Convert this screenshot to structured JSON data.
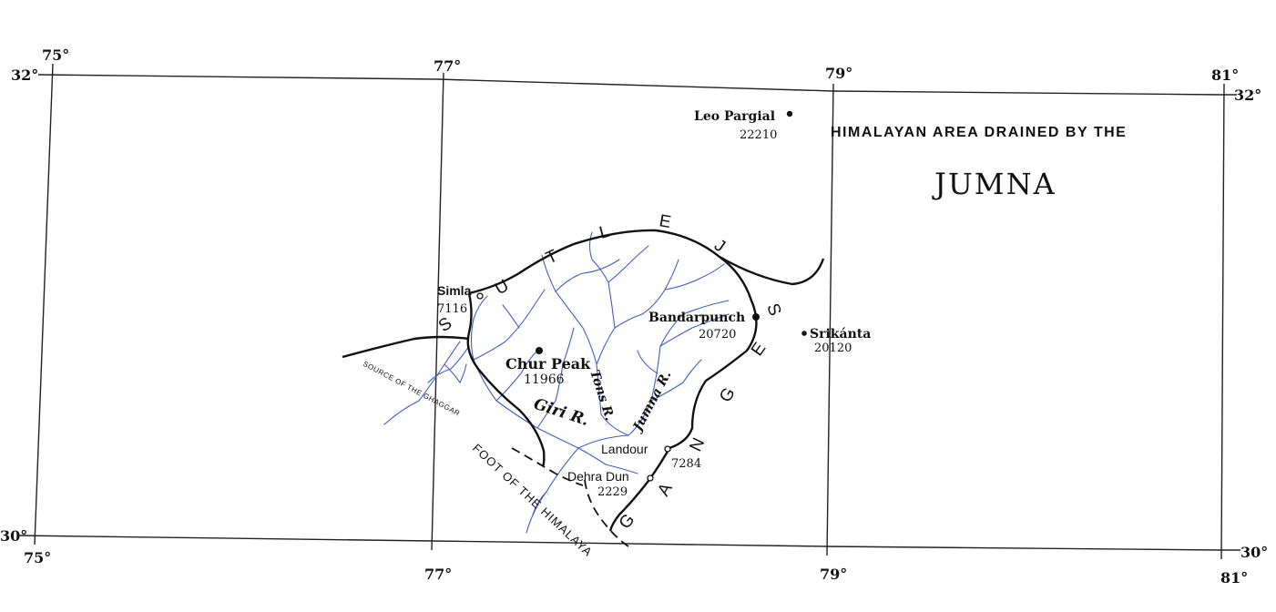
{
  "map": {
    "header": "HIMALAYAN AREA DRAINED BY THE",
    "title": "JUMNA",
    "graticule": {
      "top_longitudes": [
        "75°",
        "77°",
        "79°",
        "81°"
      ],
      "bottom_longitudes": [
        "75°",
        "77°",
        "79°",
        "81°"
      ],
      "left_latitudes": [
        "32°",
        "30°"
      ],
      "right_latitudes": [
        "32°",
        "30°"
      ]
    },
    "places": {
      "leo_pargial": {
        "name": "Leo Pargial",
        "elevation": "22210"
      },
      "simla": {
        "name": "Simla",
        "elevation": "7116"
      },
      "chur_peak": {
        "name": "Chur Peak",
        "elevation": "11966"
      },
      "bandarpunch": {
        "name": "Bandarpunch",
        "elevation": "20720"
      },
      "srikanta": {
        "name": "Srikánta",
        "elevation": "20120"
      },
      "landour": {
        "name": "Landour",
        "elevation": "7284"
      },
      "dehra_dun": {
        "name": "Dehra Dun",
        "elevation": "2229"
      }
    },
    "rivers": {
      "giri": "Giri R.",
      "tons": "Tons R.",
      "jumna": "Jumna R."
    },
    "basin_labels": {
      "sutlej": [
        "S",
        "U",
        "T",
        "L",
        "E",
        "J"
      ],
      "ganges": [
        "G",
        "A",
        "N",
        "G",
        "E",
        "S"
      ]
    },
    "annotations": {
      "source_ghaggar": "SOURCE OF THE GHAGGAR",
      "foot_himalaya": "FOOT OF THE HIMALAYA"
    },
    "colors": {
      "river": "#3f5fbf",
      "ink": "#111111"
    }
  }
}
